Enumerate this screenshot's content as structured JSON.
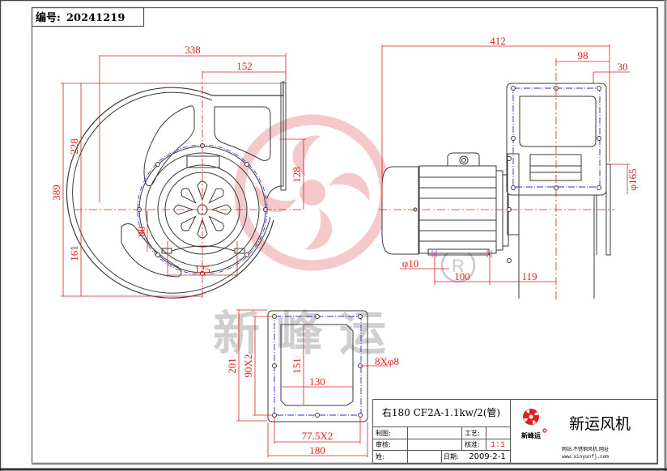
{
  "header": {
    "serial_label": "编号:",
    "serial_value": "20241219"
  },
  "watermark": {
    "text": "新峰运",
    "registered": "R",
    "logo_color": "#f2b8b8"
  },
  "colors": {
    "dimension": "#e0201c",
    "outline": "#3a3a3a",
    "bolt_circle": "#2b2bd8",
    "watermark_text": "#cfcfcf"
  },
  "front_view": {
    "dims": {
      "width_total": "338",
      "width_partial": "152",
      "height_total": "389",
      "height_upper": "228",
      "height_lower": "161",
      "outlet_height": "128",
      "foot_height": "80",
      "foot_spacing": "125"
    }
  },
  "side_view": {
    "dims": {
      "length_total": "412",
      "outlet_offset": "98",
      "flange_depth": "30",
      "diameter": "φ165",
      "foot_hole": "φ10",
      "foot_spacing": "100",
      "to_center": "119"
    }
  },
  "flange_view": {
    "dims": {
      "outer_height": "201",
      "bolt_height": "90X2",
      "inner_height": "151",
      "inner_width": "130",
      "holes": "8Xφ8",
      "bolt_width": "77.5X2",
      "outer_width": "180"
    }
  },
  "title_block": {
    "model": "右180 CF2A-1.1kw/2(管)",
    "rows": [
      {
        "label": "制图:",
        "value": "",
        "label2": "工艺:",
        "value2": ""
      },
      {
        "label": "审核:",
        "value": "",
        "label2": "核准:",
        "value2": "1:1"
      },
      {
        "label": "姓:",
        "value": "",
        "label2": "日期:",
        "value2": "2009-2-1"
      }
    ],
    "company_logo_text": "新峰运",
    "company_name": "新运风机",
    "website_label": "网站:不锈钢风机.网址",
    "website_url": "www.xinyunfj.com"
  }
}
